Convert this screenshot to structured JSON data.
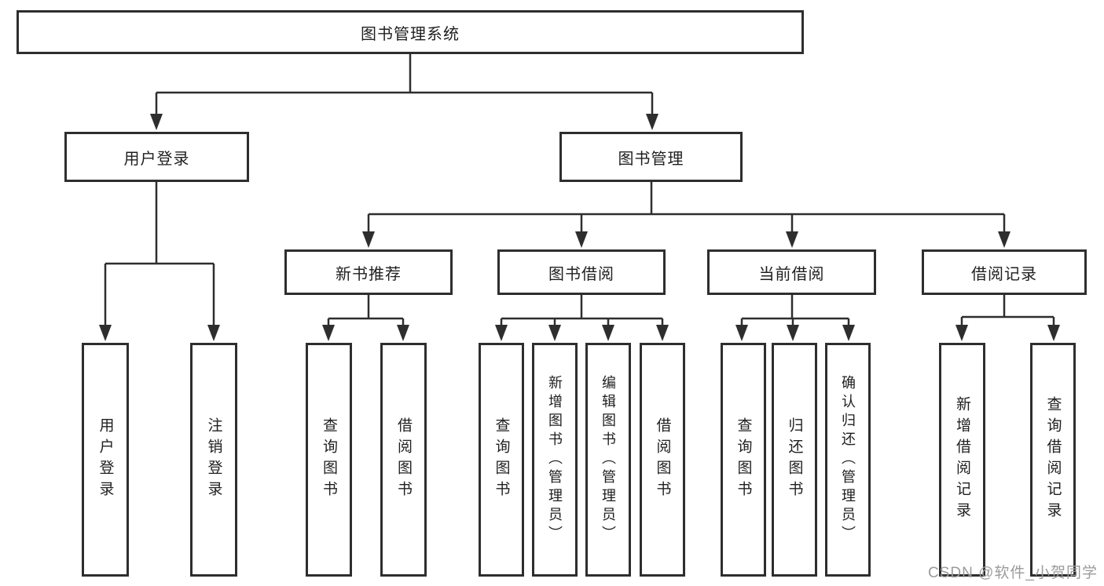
{
  "diagram": {
    "root": {
      "label": "图书管理系统"
    },
    "level2": {
      "user_login": {
        "label": "用户登录"
      },
      "book_management": {
        "label": "图书管理"
      }
    },
    "level3": {
      "new_book_recommend": {
        "label": "新书推荐"
      },
      "book_borrow": {
        "label": "图书借阅"
      },
      "current_borrow": {
        "label": "当前借阅"
      },
      "borrow_records": {
        "label": "借阅记录"
      }
    },
    "leaves": {
      "user_login": [
        "用户登录",
        "注销登录"
      ],
      "new_book_recommend": [
        "查询图书",
        "借阅图书"
      ],
      "book_borrow": [
        "查询图书",
        "新增图书（管理员）",
        "编辑图书（管理员）",
        "借阅图书"
      ],
      "current_borrow": [
        "查询图书",
        "归还图书",
        "确认归还（管理员）"
      ],
      "borrow_records": [
        "新增借阅记录",
        "查询借阅记录"
      ]
    },
    "watermark": "CSDN @软件_小贺同学",
    "colors": {
      "line": "#2e2e2e",
      "box_border": "#2e2e2e",
      "box_fill": "#ffffff",
      "text": "#1f1f1f",
      "watermark": "#9b9b9b",
      "background": "#ffffff"
    }
  }
}
